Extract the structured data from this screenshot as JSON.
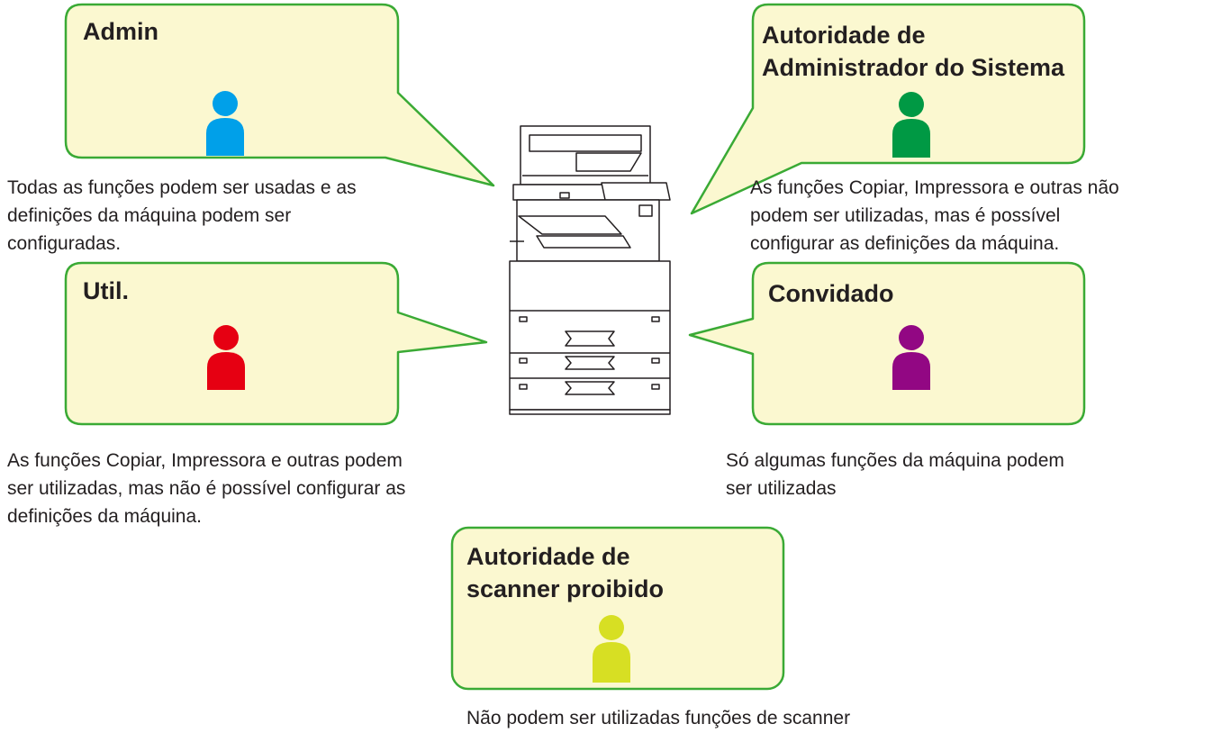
{
  "roles": [
    {
      "id": "admin",
      "title_lines": [
        "Admin"
      ],
      "icon": "person-icon",
      "icon_color": "#00a0e9",
      "description_lines": [
        "Todas as funções podem ser usadas e as",
        "definições da máquina podem ser",
        "configuradas."
      ]
    },
    {
      "id": "system-admin",
      "title_lines": [
        "Autoridade de",
        "Administrador do Sistema"
      ],
      "icon": "person-icon",
      "icon_color": "#009944",
      "description_lines": [
        "As funções Copiar, Impressora e outras não",
        "podem ser utilizadas, mas é possível",
        "configurar as definições da máquina."
      ]
    },
    {
      "id": "user",
      "title_lines": [
        "Util."
      ],
      "icon": "person-icon",
      "icon_color": "#e60012",
      "description_lines": [
        "As funções Copiar, Impressora e outras podem",
        "ser utilizadas, mas não é possível configurar as",
        "definições da máquina."
      ]
    },
    {
      "id": "guest",
      "title_lines": [
        "Convidado"
      ],
      "icon": "person-icon",
      "icon_color": "#920783",
      "description_lines": [
        "Só algumas funções da máquina podem",
        "ser utilizadas"
      ]
    },
    {
      "id": "scanner-prohibited",
      "title_lines": [
        "Autoridade de",
        "scanner proibido"
      ],
      "icon": "person-icon",
      "icon_color": "#d7df23",
      "description_lines": [
        "Não podem ser utilizadas funções de scanner"
      ]
    }
  ],
  "colors": {
    "bubble_fill": "#fbf8d0",
    "bubble_stroke": "#3aaa35",
    "text": "#231f20",
    "printer_stroke": "#231f20"
  },
  "center_device": {
    "icon": "multifunction-printer-icon"
  }
}
